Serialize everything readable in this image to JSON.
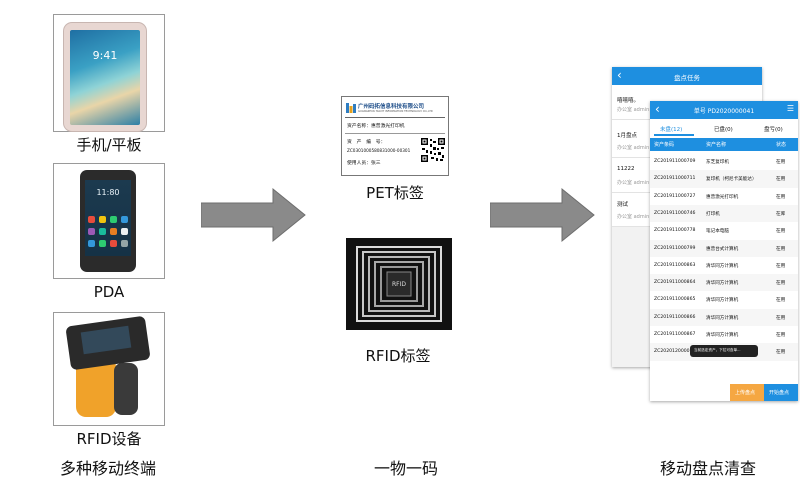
{
  "devices": {
    "tablet": {
      "label": "手机/平板",
      "screen_time": "9:41"
    },
    "pda": {
      "label": "PDA",
      "screen_time": "11:80"
    },
    "rfid_device": {
      "label": "RFID设备"
    }
  },
  "labels": {
    "pet": {
      "label": "PET标签",
      "company": "广州码拓信息科技有限公司",
      "company_en": "GUANGZHOU MAXIT INFORMATION TECHNOLOGY CO.,LTD",
      "row1": "资产名称：惠普激光打印机",
      "row2": "资　产　编　号：",
      "row3": "ZC0301000580831000-00301",
      "row4": "使用人员：张三"
    },
    "rfid": {
      "label": "RFID标签",
      "chip_text": "RFID"
    }
  },
  "bottom_captions": {
    "left": "多种移动终端",
    "middle": "一物一码",
    "right": "移动盘点清查"
  },
  "back_phone": {
    "header_title": "盘点任务",
    "back_icon": "‹",
    "tasks": [
      {
        "title": "嘻嘻嘻。",
        "sub": "办公室 admin"
      },
      {
        "title": "1月盘点",
        "sub": "办公室 admin"
      },
      {
        "title": "11222",
        "sub": "办公室 admin"
      },
      {
        "title": "测试",
        "sub": "办公室 admin"
      }
    ]
  },
  "front_phone": {
    "header_title": "单号 PD2020000041",
    "back_icon": "‹",
    "menu_icon": "☰",
    "tabs": [
      "未盘(12)",
      "已盘(0)",
      "盘亏(0)"
    ],
    "columns": [
      "资产条码",
      "资产名称",
      "状态"
    ],
    "rows": [
      [
        "ZC201911000709",
        "东芝复印机",
        "在用"
      ],
      [
        "ZC201911000711",
        "复印机（柯尼卡美能达）",
        "在用"
      ],
      [
        "ZC201911000727",
        "惠普激光打印机",
        "在用"
      ],
      [
        "ZC201911000746",
        "打印机",
        "在库"
      ],
      [
        "ZC201911000778",
        "笔记本电脑",
        "在用"
      ],
      [
        "ZC201911000799",
        "惠普台式计算机",
        "在用"
      ],
      [
        "ZC201911000863",
        "清华同方计算机",
        "在用"
      ],
      [
        "ZC201911000864",
        "清华同方计算机",
        "在用"
      ],
      [
        "ZC201911000865",
        "清华同方计算机",
        "在用"
      ],
      [
        "ZC201911000866",
        "清华同方计算机",
        "在用"
      ],
      [
        "ZC201911000867",
        "清华同方计算机",
        "在用"
      ],
      [
        "ZC2020120000",
        "",
        "在用"
      ]
    ],
    "toast": "当前选定资产，下拉可查单...",
    "buttons": {
      "upload": "上传盘点",
      "start": "开始盘点"
    }
  },
  "colors": {
    "header_blue": "#1e8fe0",
    "arrow_gray": "#8a8a8a",
    "upload_orange": "#f5a742",
    "start_blue": "#1e8fe0"
  }
}
